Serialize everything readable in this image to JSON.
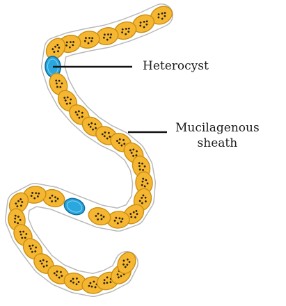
{
  "diagram": {
    "labels": {
      "heterocyst": "Heterocyst",
      "mucilage_line1": "Mucilagenous",
      "mucilage_line2": "sheath"
    },
    "colors": {
      "vegetative_cell": "#f5b731",
      "vegetative_outline": "#c98e12",
      "heterocyst": "#2aa7df",
      "heterocyst_outline": "#0f6f9d",
      "sheath": "#ffffff",
      "sheath_outline": "#b9b9b9",
      "granule": "#2b2117",
      "leader_line": "#111111"
    }
  }
}
